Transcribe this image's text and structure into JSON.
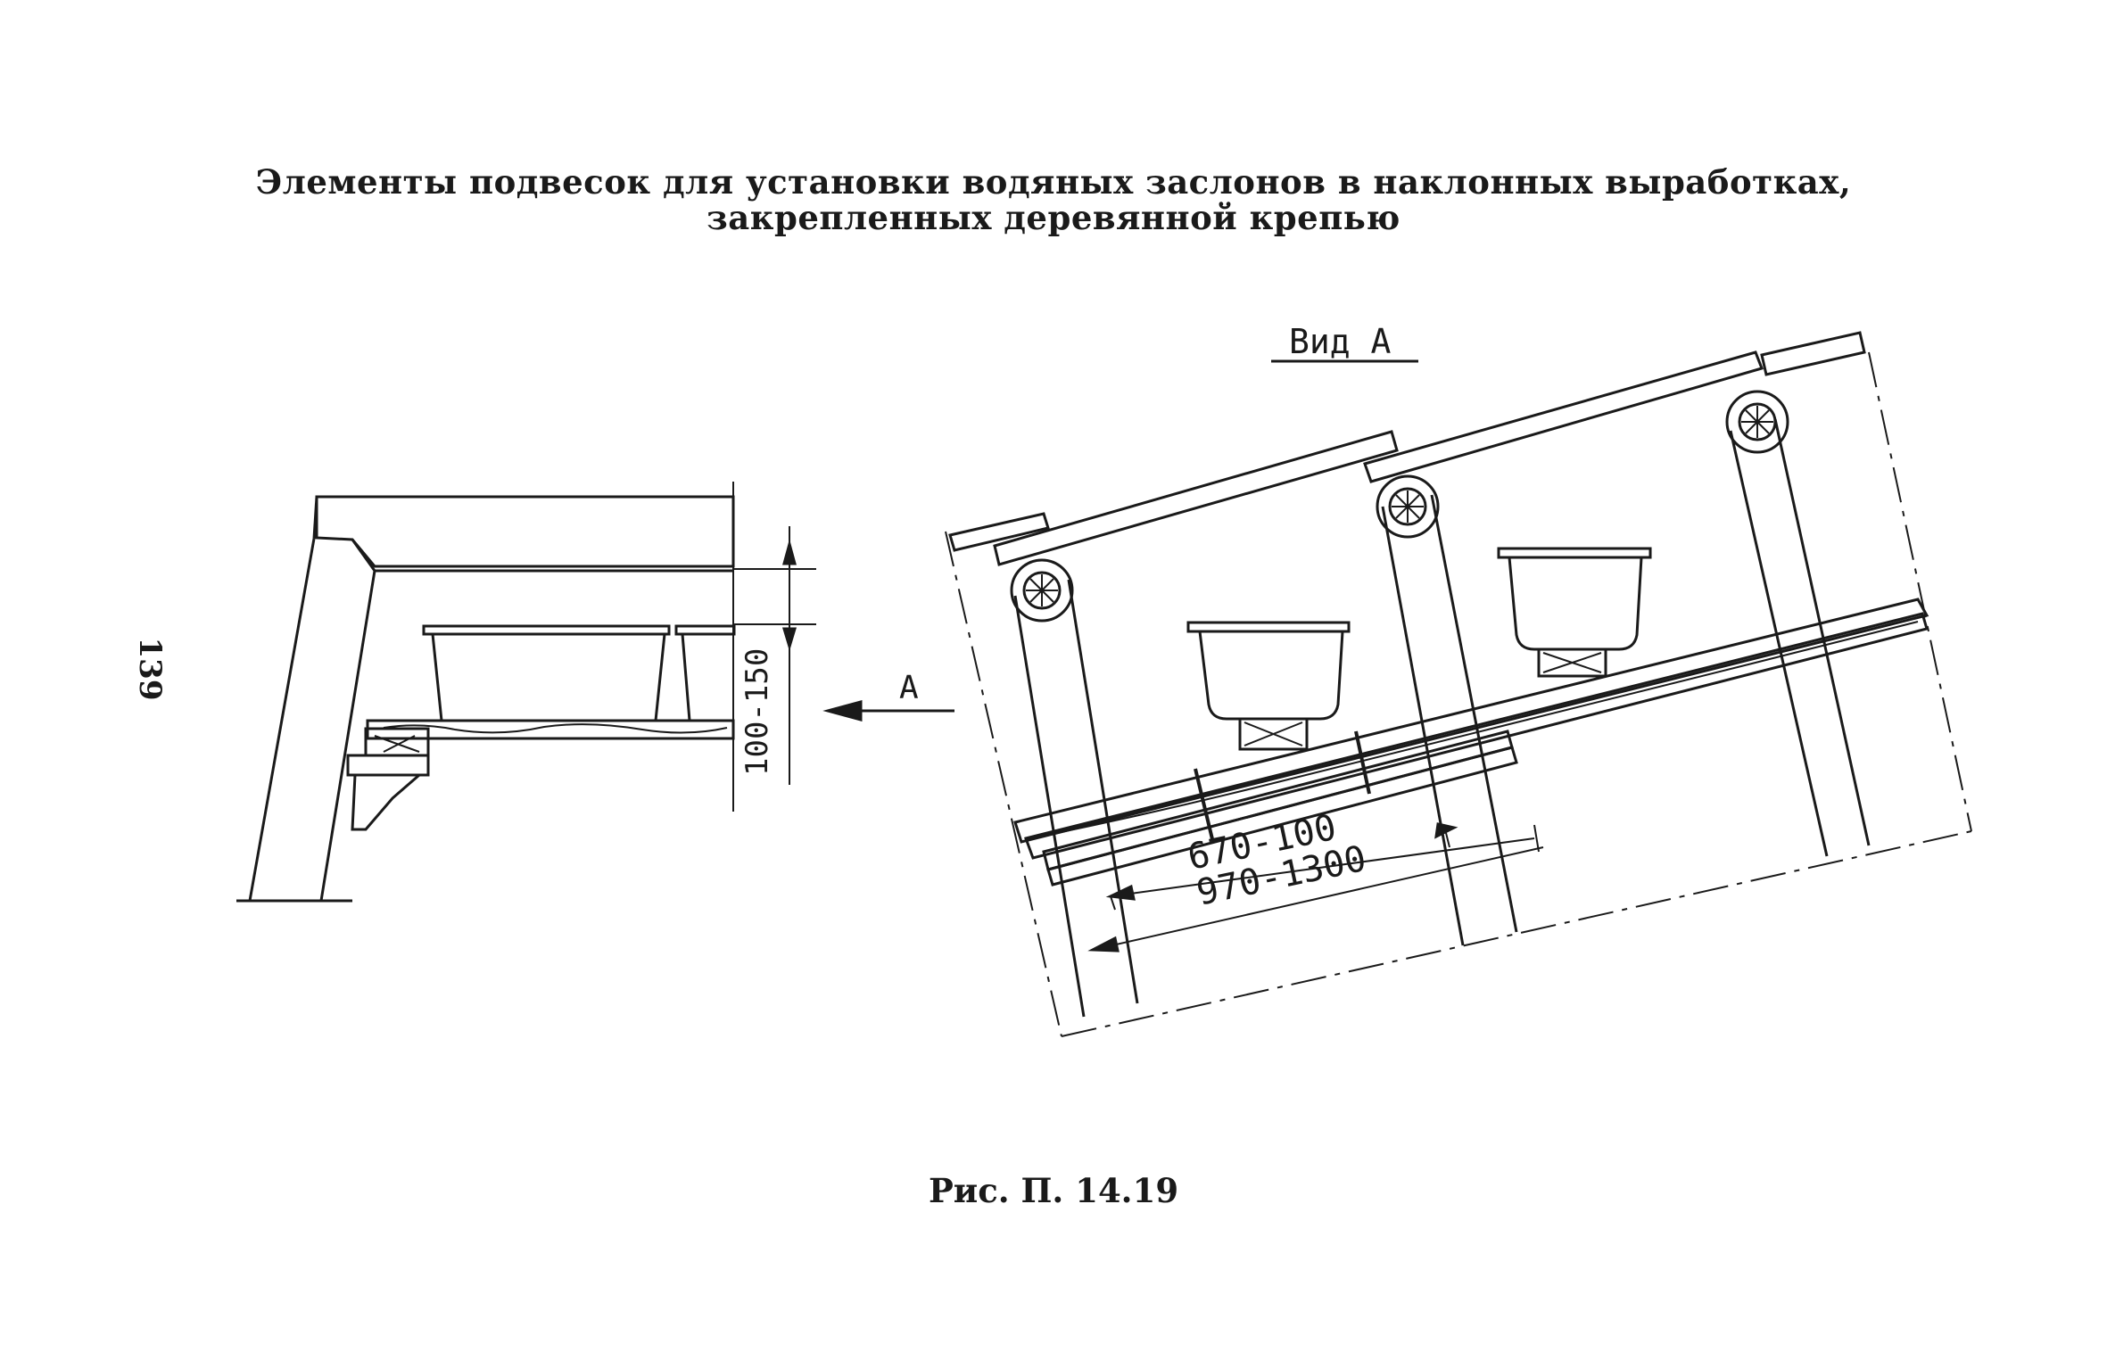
{
  "title": {
    "line1": "Элементы подвесок для установки водяных заслонов в наклонных выработках,",
    "line2": "закрепленных деревянной крепью"
  },
  "page_number": "139",
  "caption": "Рис. П. 14.19",
  "left_view": {
    "dimension": "100-150",
    "arrow_label": "А"
  },
  "right_view": {
    "view_label": "Вид А",
    "dimension_inner": "670-100",
    "dimension_outer": "970-1300"
  }
}
